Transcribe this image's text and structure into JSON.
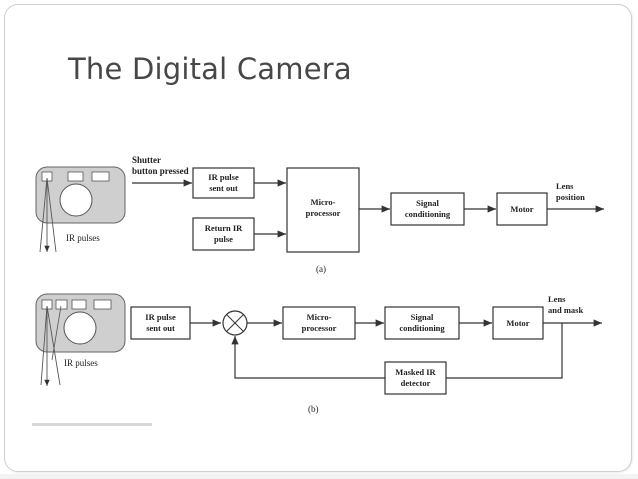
{
  "slide": {
    "title": "The Digital Camera"
  },
  "diagram_a": {
    "input_label_line1": "Shutter",
    "input_label_line2": "button pressed",
    "ir_out_line1": "IR pulse",
    "ir_out_line2": "sent out",
    "return_ir_line1": "Return IR",
    "return_ir_line2": "pulse",
    "micro_line1": "Micro-",
    "micro_line2": "processor",
    "signal_line1": "Signal",
    "signal_line2": "conditioning",
    "motor": "Motor",
    "output_line1": "Lens",
    "output_line2": "position",
    "camera_label": "IR pulses",
    "caption": "(a)"
  },
  "diagram_b": {
    "ir_out_line1": "IR pulse",
    "ir_out_line2": "sent out",
    "micro_line1": "Micro-",
    "micro_line2": "processor",
    "signal_line1": "Signal",
    "signal_line2": "conditioning",
    "motor": "Motor",
    "output_line1": "Lens",
    "output_line2": "and mask",
    "detector_line1": "Masked IR",
    "detector_line2": "detector",
    "camera_label": "IR pulses",
    "caption": "(b)"
  },
  "colors": {
    "camera_fill": "#cfcfcf",
    "title": "#474747",
    "frame_border": "#cfcfcf"
  }
}
